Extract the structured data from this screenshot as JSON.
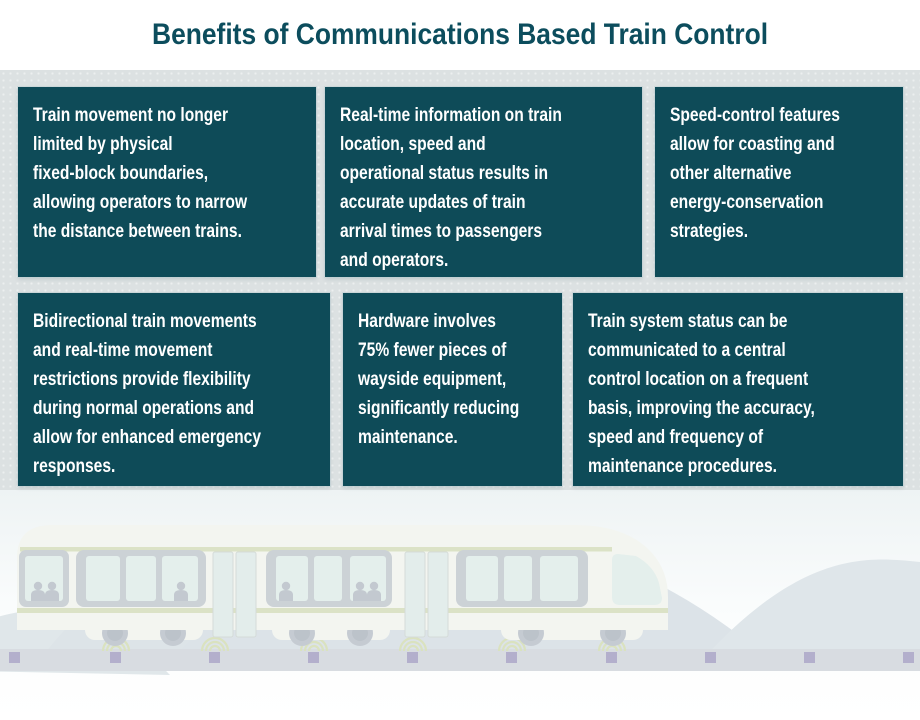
{
  "title": "Benefits of Communications Based Train Control",
  "cards": [
    {
      "name": "fixed-block-benefit",
      "lines": [
        "Train movement no longer",
        "limited by physical",
        "fixed-block boundaries,",
        "allowing operators to narrow",
        "the distance between trains."
      ]
    },
    {
      "name": "real-time-info-benefit",
      "lines": [
        "Real-time information on train",
        "location, speed and",
        "operational status results in",
        "accurate updates of train",
        "arrival times to passengers",
        "and operators."
      ]
    },
    {
      "name": "speed-control-benefit",
      "lines": [
        "Speed-control features",
        "allow for coasting and",
        "other alternative",
        "energy-conservation",
        "strategies."
      ]
    },
    {
      "name": "bidirectional-benefit",
      "lines": [
        "Bidirectional train movements",
        "and real-time movement",
        "restrictions provide flexibility",
        "during normal operations and",
        "allow for enhanced emergency",
        "responses."
      ]
    },
    {
      "name": "hardware-benefit",
      "lines": [
        "Hardware involves",
        "75% fewer pieces of",
        "wayside equipment,",
        "significantly reducing",
        "maintenance."
      ]
    },
    {
      "name": "system-status-benefit",
      "lines": [
        "Train system status can be",
        "communicated to a central",
        "control location on a frequent",
        "basis, improving the accuracy,",
        "speed and frequency of",
        "maintenance procedures."
      ]
    }
  ],
  "colors": {
    "title_text": "#0c4d5d",
    "card_background": "#0e4b58",
    "card_text": "#ffffff",
    "panel_background": "#dce1e2",
    "train_body": "#f3f5f0",
    "train_stripe_green": "#dbe2c6",
    "window_pane": "#e4efec",
    "window_frame": "#ccd2d6",
    "hills": "#dde4e8",
    "track": "#d8dce1",
    "beacon_square": "#b3afcc",
    "wifi_signal": "#d9e1bd"
  },
  "illustration": {
    "description": "Faded illustration of a passenger train travelling right over a track with wayside beacon transponders emitting wireless signals, hills in the background"
  }
}
